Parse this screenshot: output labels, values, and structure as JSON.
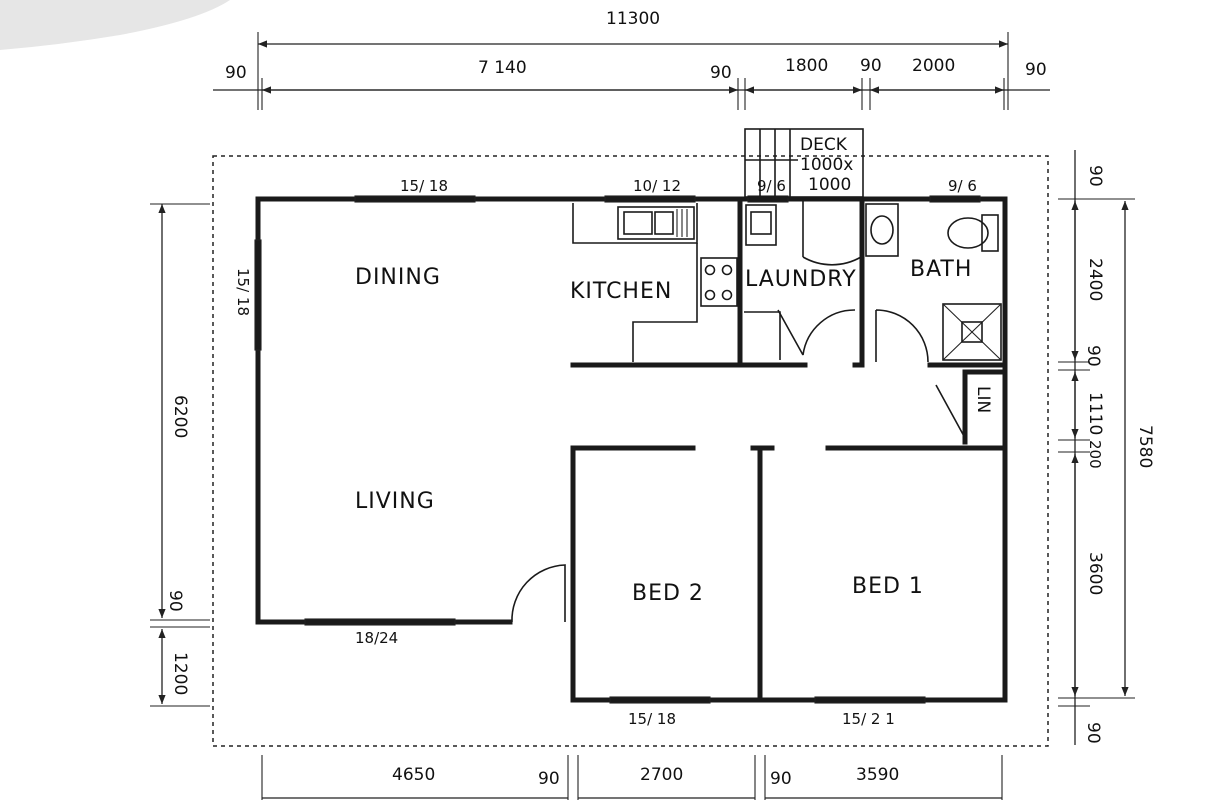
{
  "rooms": {
    "dining": "DINING",
    "kitchen": "KITCHEN",
    "laundry": "LAUNDRY",
    "bath": "BATH",
    "living": "LIVING",
    "bed2": "BED 2",
    "bed1": "BED 1",
    "linen": "LIN",
    "deck": [
      "DECK",
      "1000x",
      "1000"
    ]
  },
  "windows": {
    "dining_top": "15/ 18",
    "kitchen_top": "10/ 12",
    "laundry_top": "9/ 6",
    "bath_top": "9/ 6",
    "dining_side": "15/ 18",
    "living_bottom": "18/24",
    "bed2_bottom": "15/ 18",
    "bed1_bottom": "15/ 2 1"
  },
  "dimensions": {
    "overall_width": "11300",
    "top_row": [
      "90",
      "7 140",
      "90",
      "1800",
      "90",
      "2000",
      "90"
    ],
    "bottom_row": [
      "4650",
      "90",
      "2700",
      "90",
      "3590"
    ],
    "left_col": [
      "6200",
      "90",
      "1200"
    ],
    "right_col": [
      "90",
      "2400",
      "90",
      "1110",
      "200",
      "3600",
      "90"
    ],
    "overall_depth": "7580"
  }
}
